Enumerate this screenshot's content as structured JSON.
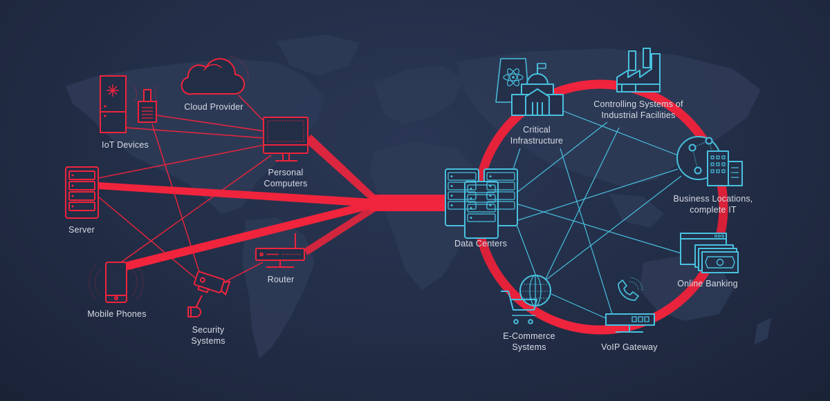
{
  "colors": {
    "background": "#222d46",
    "map": "#2e3b57",
    "threat_red": "#f0243c",
    "infrastructure_cyan": "#49c1e0",
    "label_text": "#d8dce6"
  },
  "sources": [
    {
      "id": "iot",
      "lines": [
        "IoT Devices"
      ],
      "icon": "fridge-and-sensor-icon"
    },
    {
      "id": "cloud",
      "lines": [
        "Cloud Provider"
      ],
      "icon": "cloud-icon"
    },
    {
      "id": "pc",
      "lines": [
        "Personal",
        "Computers"
      ],
      "icon": "monitor-icon"
    },
    {
      "id": "server",
      "lines": [
        "Server"
      ],
      "icon": "server-rack-icon"
    },
    {
      "id": "mobile",
      "lines": [
        "Mobile Phones"
      ],
      "icon": "smartphone-icon"
    },
    {
      "id": "security",
      "lines": [
        "Security",
        "Systems"
      ],
      "icon": "security-camera-icon"
    },
    {
      "id": "router",
      "lines": [
        "Router"
      ],
      "icon": "router-icon"
    }
  ],
  "targets": [
    {
      "id": "critical",
      "lines": [
        "Critical",
        "Infrastructure"
      ],
      "icon": "power-plant-building-icon"
    },
    {
      "id": "industrial",
      "lines": [
        "Controlling Systems of",
        "Industrial Facilities"
      ],
      "icon": "factory-icon"
    },
    {
      "id": "business",
      "lines": [
        "Business Locations,",
        "complete IT"
      ],
      "icon": "office-network-icon"
    },
    {
      "id": "banking",
      "lines": [
        "Online Banking"
      ],
      "icon": "banking-money-icon"
    },
    {
      "id": "voip",
      "lines": [
        "VoIP Gateway"
      ],
      "icon": "voip-phone-icon"
    },
    {
      "id": "ecommerce",
      "lines": [
        "E-Commerce",
        "Systems"
      ],
      "icon": "shopping-cart-globe-icon"
    },
    {
      "id": "datacenter",
      "lines": [
        "Data Centers"
      ],
      "icon": "datacenter-servers-icon"
    }
  ]
}
